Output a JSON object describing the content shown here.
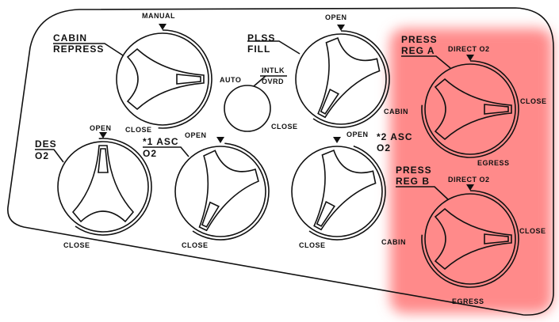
{
  "highlight_color": "#ff8a8a",
  "knobs": {
    "cabin_repress": {
      "label1": "CABIN",
      "label2": "REPRESS",
      "top": "MANUAL",
      "right": "AUTO",
      "bottom": "CLOSE"
    },
    "plss_fill": {
      "label1": "PLSS",
      "label2": "FILL",
      "top": "OPEN",
      "bottom": "CLOSE"
    },
    "intlk_ovrd": {
      "label1": "INTLK",
      "label2": "OVRD"
    },
    "des_o2": {
      "label1": "DES",
      "label2": "O2",
      "top": "OPEN",
      "bottom": "CLOSE"
    },
    "asc1_o2": {
      "label1": "*1 ASC",
      "label2": "O2",
      "top": "OPEN",
      "bottom": "CLOSE"
    },
    "asc2_o2": {
      "label1": "*2 ASC",
      "label2": "O2",
      "top": "OPEN",
      "bottom": "CLOSE"
    },
    "press_reg_a": {
      "label1": "PRESS",
      "label2": "REG A",
      "top": "DIRECT O2",
      "left": "CABIN",
      "right": "CLOSE",
      "bottom": "EGRESS"
    },
    "press_reg_b": {
      "label1": "PRESS",
      "label2": "REG B",
      "top": "DIRECT O2",
      "left": "CABIN",
      "right": "CLOSE",
      "bottom": "EGRESS"
    }
  }
}
